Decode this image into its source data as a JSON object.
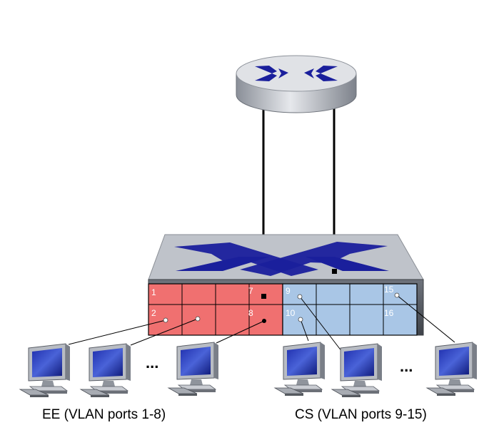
{
  "router": {
    "icon": "router-icon"
  },
  "switch": {
    "icon": "switch-icon",
    "ports": [
      {
        "id": "p1",
        "label": "1"
      },
      {
        "id": "p2",
        "label": "2"
      },
      {
        "id": "p7",
        "label": "7"
      },
      {
        "id": "p8",
        "label": "8"
      },
      {
        "id": "p9",
        "label": "9"
      },
      {
        "id": "p10",
        "label": "10"
      },
      {
        "id": "p15",
        "label": "15"
      },
      {
        "id": "p16",
        "label": "16"
      }
    ]
  },
  "groups": {
    "ee": {
      "label": "EE (VLAN ports 1-8)",
      "color": "#f07070"
    },
    "cs": {
      "label": "CS (VLAN ports 9-15)",
      "color": "#a9c6e6"
    }
  },
  "ellipsis": "...",
  "colors": {
    "router_top": "#e0e2e6",
    "cross": "#1a1f9c",
    "switch_top": "#bfc3ca"
  }
}
